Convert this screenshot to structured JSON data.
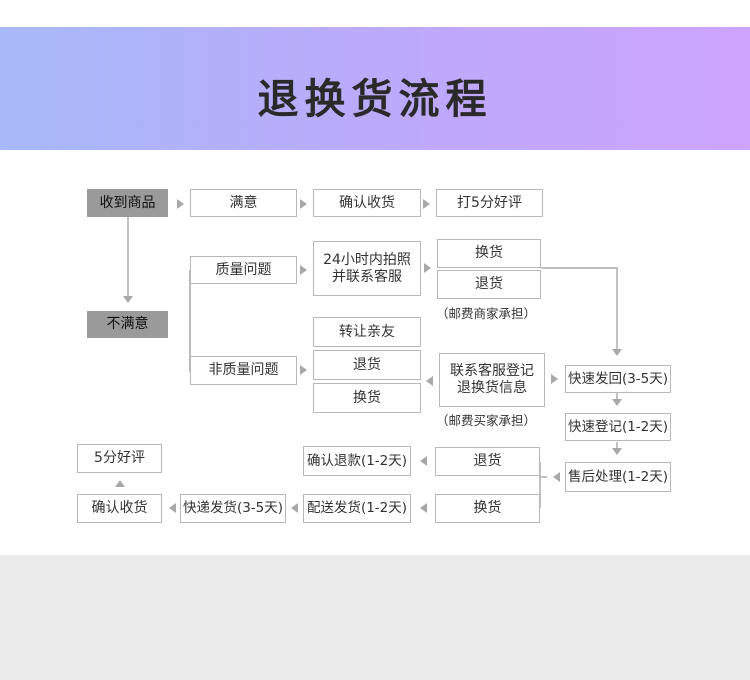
{
  "title": "退换货流程",
  "nodes": {
    "received": "收到商品",
    "satisfied": "满意",
    "confirm_receipt_top": "确认收货",
    "five_star_top": "打5分好评",
    "unsatisfied": "不满意",
    "quality_issue": "质量问题",
    "photo_line1": "24小时内拍照",
    "photo_line2": "并联系客服",
    "exchange_q": "换货",
    "return_q": "退货",
    "note_seller": "（邮费商家承担）",
    "non_quality_issue": "非质量问题",
    "transfer": "转让亲友",
    "return_nq": "退货",
    "exchange_nq": "换货",
    "register_line1": "联系客服登记",
    "register_line2": "退换货信息",
    "note_buyer": "（邮费买家承担）",
    "express_back": "快速发回(3-5天)",
    "quick_register": "快速登记(1-2天)",
    "after_sales": "售后处理(1-2天)",
    "return_bottom": "退货",
    "exchange_bottom": "换货",
    "confirm_refund": "确认退款(1-2天)",
    "delivery": "配送发货(1-2天)",
    "express_ship": "快递发货(3-5天)",
    "confirm_receipt_bottom": "确认收货",
    "five_star_bottom": "5分好评"
  }
}
